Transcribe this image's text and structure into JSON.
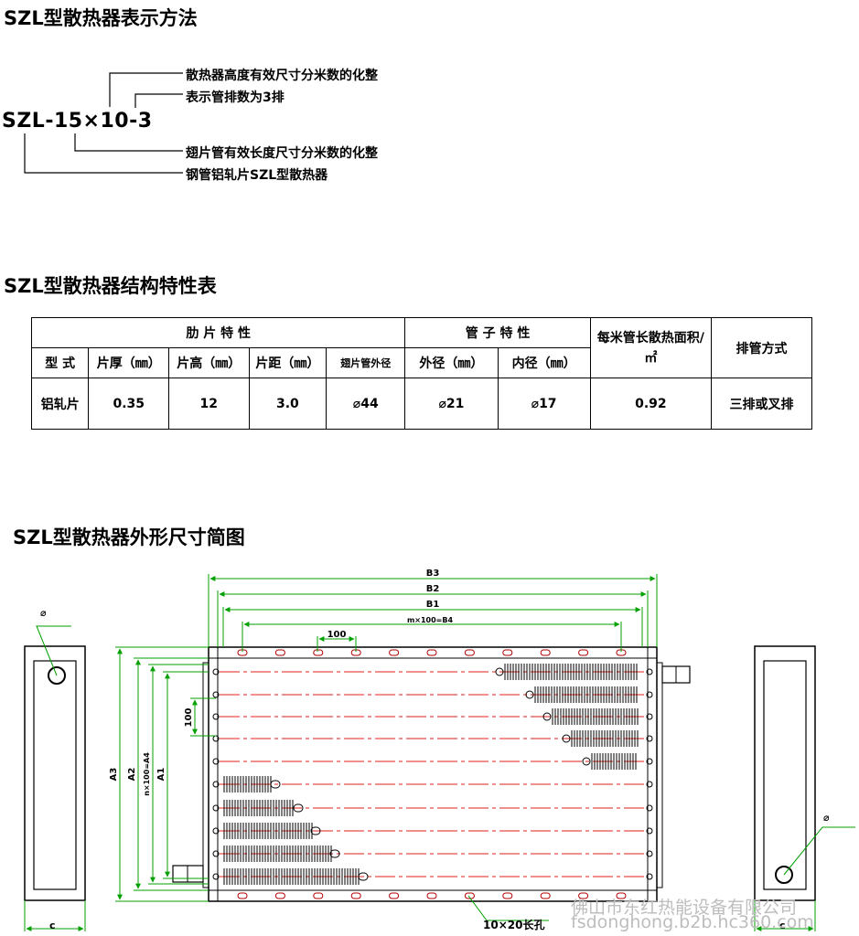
{
  "section1": {
    "title": "SZL型散热器表示方法",
    "code": "SZL-15×10-3",
    "notes": [
      "散热器高度有效尺寸分米数的化整",
      "表示管排数为3排",
      "翅片管有效长度尺寸分米数的化整",
      "钢管铝轧片SZL型散热器"
    ]
  },
  "section2": {
    "title": "SZL型散热器结构特性表",
    "table": {
      "group_headers": [
        "肋 片 特 性",
        "管 子 特 性",
        "每米管长散热面积/㎡",
        "排管方式"
      ],
      "sub_headers": [
        "型 式",
        "片厚（㎜）",
        "片高（㎜）",
        "片距（㎜）",
        "翅片管外径",
        "外径（㎜）",
        "内径（㎜）"
      ],
      "row": [
        "铝轧片",
        "0.35",
        "12",
        "3.0",
        "⌀44",
        "⌀21",
        "⌀17",
        "0.92",
        "三排或叉排"
      ]
    }
  },
  "section3": {
    "title": "SZL型散热器外形尺寸简图",
    "labels": {
      "b3": "B3",
      "b2": "B2",
      "b1": "B1",
      "m": "m×100=B4",
      "pitch_h": "100",
      "a3": "A3",
      "a2": "A2",
      "a1": "A1",
      "n": "n×100=A4",
      "pitch_v": "100",
      "dia_left": "⌀",
      "dia_right": "⌀",
      "c_left": "c",
      "c_right": "c",
      "slot": "10×20长孔"
    }
  },
  "watermark": {
    "line1": "佛山市东红热能设备有限公司",
    "line2": "fsdonghong.b2b.hc360.com"
  }
}
